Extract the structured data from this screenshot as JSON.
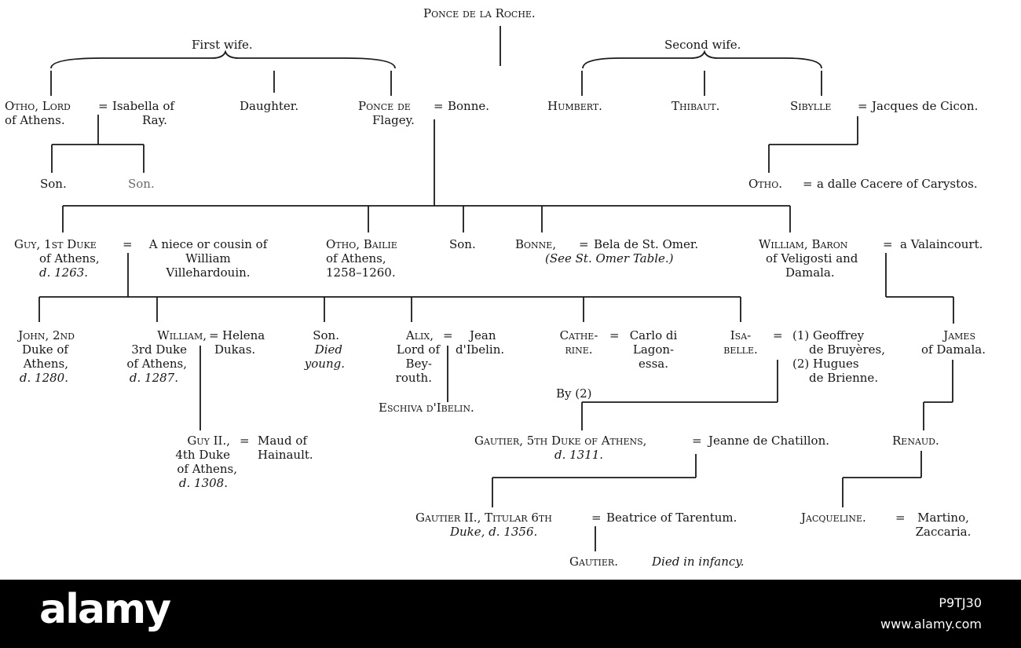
{
  "root": "Ponce de la Roche.",
  "first_wife_label": "First wife.",
  "second_wife_label": "Second wife.",
  "gen1": {
    "otho_a": "Otho, Lord",
    "otho_b": "of Athens.",
    "eq1": "=",
    "isabella_a": "Isabella of",
    "isabella_b": "Ray.",
    "daughter": "Daughter.",
    "ponce_a": "Ponce de",
    "ponce_b": "Flagey.",
    "eq2": "=",
    "bonne": "Bonne.",
    "humbert": "Humbert.",
    "thibaut": "Thibaut.",
    "sibylle": "Sibylle",
    "eq3": "=",
    "jacques": "Jacques de Cicon."
  },
  "gen2": {
    "son_left": "Son.",
    "son_right": "Son.",
    "otho_cicon": "Otho.",
    "eq": "=",
    "dalle": "a dalle Cacere of Carystos."
  },
  "gen3": {
    "guy_a": "Guy, 1st Duke",
    "guy_b": "of Athens,",
    "guy_c": "d. 1263.",
    "eq1": "=",
    "niece_a": "A niece or cousin of",
    "niece_b": "William",
    "niece_c": "Villehardouin.",
    "otho_a": "Otho, Bailie",
    "otho_b": "of Athens,",
    "otho_c": "1258–1260.",
    "son": "Son.",
    "bonne": "Bonne,",
    "eq2": "=",
    "bela": "Bela de St. Omer.",
    "see_table": "(See St. Omer Table.)",
    "william_a": "William, Baron",
    "william_b": "of Veligosti and",
    "william_c": "Damala.",
    "eq3": "=",
    "valaincourt": "a Valaincourt."
  },
  "gen4": {
    "john_a": "John, 2nd",
    "john_b": "Duke of",
    "john_c": "Athens,",
    "john_d": "d. 1280.",
    "william_a": "William,",
    "william_b": "3rd Duke",
    "william_c": "of Athens,",
    "william_d": "d. 1287.",
    "eq1": "=",
    "helena_a": "Helena",
    "helena_b": "Dukas.",
    "son_a": "Son.",
    "son_b": "Died",
    "son_c": "young.",
    "alix_a": "Alix,",
    "alix_b": "Lord of",
    "alix_c": "Bey-",
    "alix_d": "routh.",
    "eq2": "=",
    "jean_a": "Jean",
    "jean_b": "d'Ibelin.",
    "cathe_a": "Cathe-",
    "cathe_b": "rine.",
    "eq3": "=",
    "carlo_a": "Carlo di",
    "carlo_b": "Lagon-",
    "carlo_c": "essa.",
    "isa_a": "Isa-",
    "isa_b": "belle.",
    "eq4": "=",
    "geoffrey_a": "(1) Geoffrey",
    "geoffrey_b": "de Bruyères,",
    "hugues_a": "(2) Hugues",
    "hugues_b": "de Brienne.",
    "james_a": "James",
    "james_b": "of Damala."
  },
  "gen5": {
    "eschiva": "Eschiva d'Ibelin.",
    "by2": "By (2)",
    "guy2_a": "Guy II.,",
    "guy2_b": "4th Duke",
    "guy2_c": "of Athens,",
    "guy2_d": "d. 1308.",
    "eq1": "=",
    "maud_a": "Maud of",
    "maud_b": "Hainault.",
    "gautier_a": "Gautier, 5th Duke of Athens,",
    "gautier_b": "d. 1311.",
    "eq2": "=",
    "jeanne": "Jeanne de Chatillon.",
    "renaud": "Renaud."
  },
  "gen6": {
    "gautier2_a": "Gautier II., Titular 6th",
    "gautier2_b": "Duke, d. 1356.",
    "eq1": "=",
    "beatrice": "Beatrice of Tarentum.",
    "jacqueline": "Jacqueline.",
    "eq2": "=",
    "martino_a": "Martino,",
    "martino_b": "Zaccaria."
  },
  "gen7": {
    "gautier": "Gautier.",
    "died": "Died in infancy."
  },
  "watermark": {
    "logo": "alamy",
    "image_id": "P9TJ30",
    "url": "www.alamy.com"
  }
}
